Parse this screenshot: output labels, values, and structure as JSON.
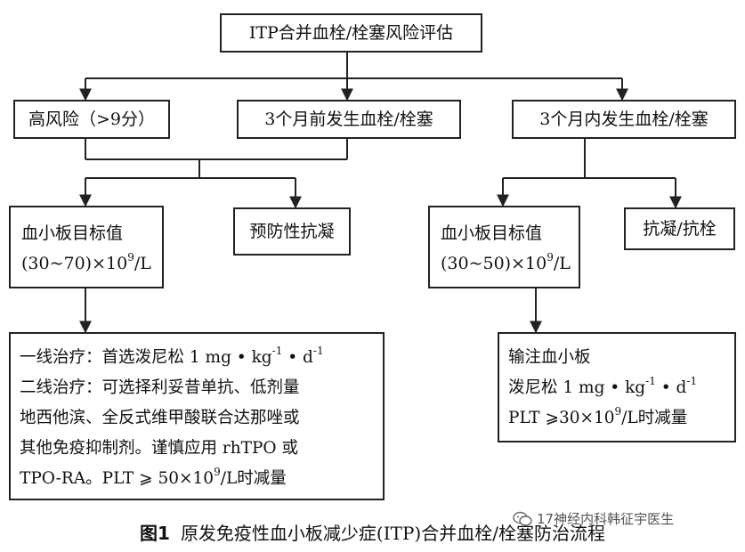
{
  "diagram": {
    "root": "ITP合并血栓/栓塞风险评估",
    "high_risk": "高风险（>9分）",
    "prior_thrombosis": "3个月前发生血栓/栓塞",
    "recent_thrombosis": "3个月内发生血栓/栓塞",
    "plt_target_a": {
      "line1": "血小板目标值",
      "line2_pre": "(30~70)×10",
      "line2_sup": "9",
      "line2_post": "/L"
    },
    "prophylactic": "预防性抗凝",
    "plt_target_b": {
      "line1": "血小板目标值",
      "line2_pre": "(30~50)×10",
      "line2_sup": "9",
      "line2_post": "/L"
    },
    "anticoag": "抗凝/抗栓",
    "treatment_a": {
      "l1_pre": "一线治疗：首选泼尼松 1 mg • kg",
      "l1_sup1": "-1",
      "l1_mid": " • d",
      "l1_sup2": "-1",
      "l2": "二线治疗：可选择利妥昔单抗、低剂量",
      "l3": "地西他滨、全反式维甲酸联合达那唑或",
      "l4": "其他免疫抑制剂。谨慎应用 rhTPO 或",
      "l5_pre": "TPO-RA。PLT ⩾ 50×10",
      "l5_sup": "9",
      "l5_post": "/L时减量"
    },
    "treatment_b": {
      "l1": "输注血小板",
      "l2_pre": "泼尼松 1 mg • kg",
      "l2_sup1": "-1",
      "l2_mid": " • d",
      "l2_sup2": "-1",
      "l3_pre": "PLT ⩾30×10",
      "l3_sup": "9",
      "l3_post": "/L时减量"
    }
  },
  "caption": {
    "label": "图1",
    "text": "原发免疫性血小板减少症(ITP)合并血栓/栓塞防治流程"
  },
  "watermark": {
    "text": "17神经内科韩征宇医生",
    "icon": "wechat-icon"
  }
}
